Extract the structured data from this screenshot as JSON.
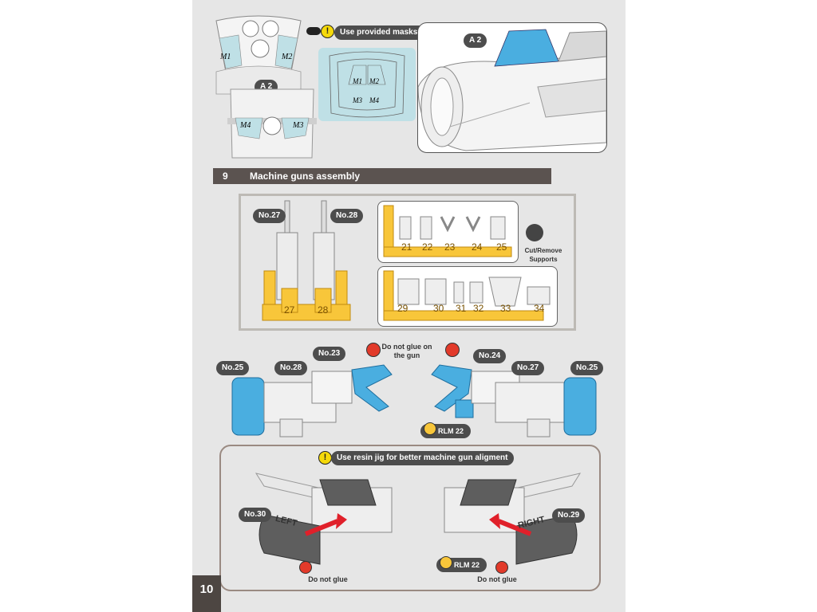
{
  "page_number": "10",
  "section": {
    "number": "9",
    "title": "Machine guns assembly"
  },
  "callouts": {
    "a2_top": "A 2",
    "a2_canopy": "A 2",
    "mask_note": "Use provided masks for painting",
    "no27_frame": "No.27",
    "no28_frame": "No.28",
    "cut_supports": "Cut/Remove Supports",
    "no25_left": "No.25",
    "no28_asm": "No.28",
    "no23": "No.23",
    "do_not_glue_gun": "Do not glue on the gun",
    "no24": "No.24",
    "no27_asm": "No.27",
    "no25_right": "No.25",
    "rlm22_a": "RLM 22",
    "jig_note": "Use resin jig for better machine gun aligment",
    "no30": "No.30",
    "no29": "No.29",
    "rlm22_b": "RLM 22",
    "do_not_glue_left": "Do not glue",
    "do_not_glue_right": "Do not glue",
    "jig_left_text": "LEFT",
    "jig_right_text": "RIGHT"
  },
  "masks": {
    "m1": "M1",
    "m2": "M2",
    "m3": "M3",
    "m4": "M4",
    "sheet": [
      "M1",
      "M2",
      "M3",
      "M4"
    ]
  },
  "sprue_a_parts": [
    "21",
    "22",
    "23",
    "24",
    "25"
  ],
  "sprue_b_parts": [
    "29",
    "30",
    "31",
    "32",
    "33",
    "34"
  ],
  "frame_parts": [
    "27",
    "28"
  ],
  "colors": {
    "resin_yellow": "#f8c63a",
    "highlight_blue": "#4aaee0",
    "callout_gray": "#4d4d4d",
    "section_bar": "#5b5350",
    "mask_sheet": "#bfe0e6",
    "jig_gray": "#5e5e5e",
    "arrow_red": "#e0202a"
  },
  "icons": [
    "mask-icon",
    "warning-icon",
    "cutter-icon",
    "paint-icon",
    "no-glue-icon"
  ]
}
